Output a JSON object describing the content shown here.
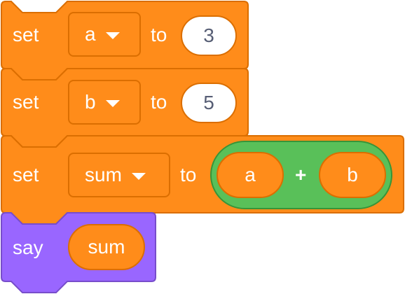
{
  "blocks": {
    "set_a": {
      "keyword": "set",
      "variable": "a",
      "to": "to",
      "value": "3"
    },
    "set_b": {
      "keyword": "set",
      "variable": "b",
      "to": "to",
      "value": "5"
    },
    "set_sum": {
      "keyword": "set",
      "variable": "sum",
      "to": "to",
      "operator": {
        "left": "a",
        "symbol": "+",
        "right": "b"
      }
    },
    "say": {
      "keyword": "say",
      "value": "sum"
    }
  },
  "colors": {
    "variables_fill": "#ff8c1a",
    "variables_stroke": "#db6e00",
    "operators_fill": "#59c059",
    "operators_stroke": "#389438",
    "looks_fill": "#9966ff",
    "looks_stroke": "#774dcb"
  },
  "icons": {
    "dropdown_caret": "caret-down-icon"
  }
}
